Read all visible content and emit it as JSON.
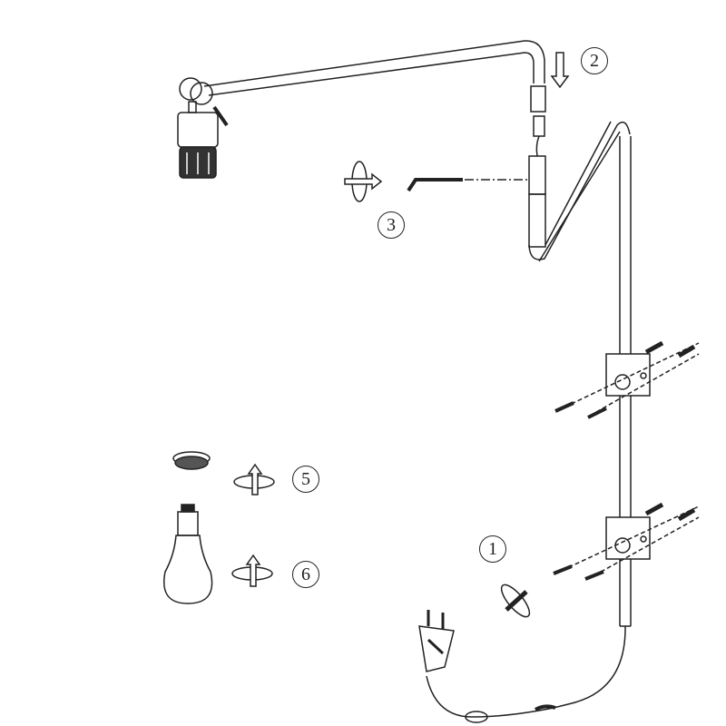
{
  "diagram": {
    "type": "assembly-instructions",
    "subject": "wall-mounted swing-arm lamp",
    "stroke_color": "#222222",
    "background": "#ffffff",
    "steps": [
      {
        "number": "1",
        "description": "Mount wall brackets with screws and wall plugs"
      },
      {
        "number": "2",
        "description": "Insert upper arm into lower arm (downward arrow)"
      },
      {
        "number": "3",
        "description": "Tighten set screw with hex key"
      },
      {
        "number": "5",
        "description": "Screw on shade ring"
      },
      {
        "number": "6",
        "description": "Screw in light bulb"
      }
    ],
    "parts": [
      "lamp-socket",
      "horizontal-arm",
      "z-shaped-arm",
      "vertical-pole",
      "wall-bracket-upper",
      "wall-bracket-lower",
      "hex-key",
      "shade-ring",
      "light-bulb",
      "power-cord",
      "inline-switch",
      "plug"
    ]
  }
}
